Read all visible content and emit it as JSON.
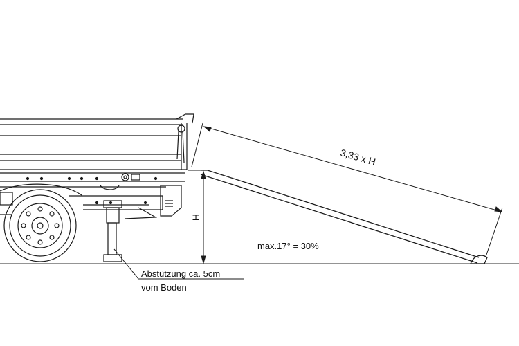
{
  "labels": {
    "ramp_length": "3,33 x H",
    "height": "H",
    "angle": "max.17° = 30%",
    "support_line1": "Abstützung ca. 5cm",
    "support_line2": "vom Boden"
  },
  "colors": {
    "line": "#1a1a1a",
    "ground": "#555555"
  }
}
